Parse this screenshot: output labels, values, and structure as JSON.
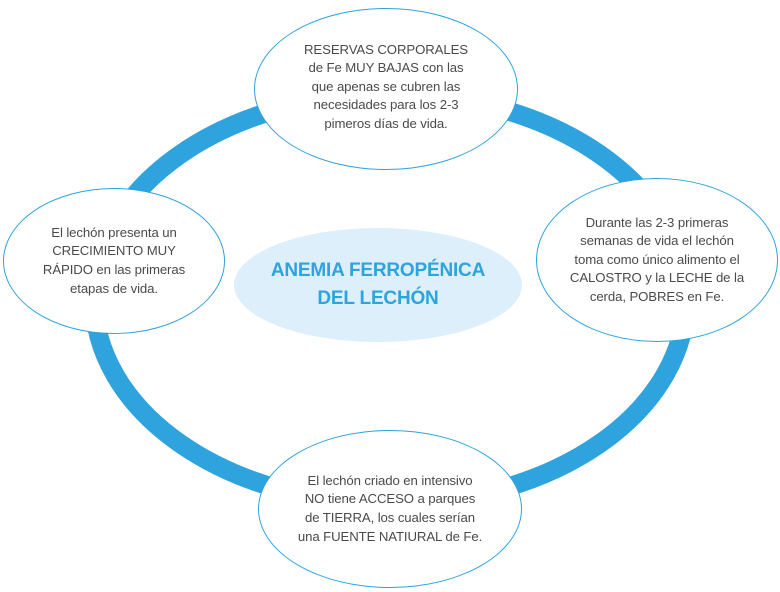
{
  "colors": {
    "ring": "#2ea3dd",
    "node_border": "#2ea3dd",
    "center_fill": "#dceffb",
    "center_text": "#2ea3dd",
    "body_text": "#4a4a4a"
  },
  "center": {
    "line1": "ANEMIA FERROPÉNICA",
    "line2": "DEL LECHÓN"
  },
  "nodes": {
    "top": {
      "lines": [
        "RESERVAS CORPORALES",
        "de Fe MUY BAJAS con las",
        "que apenas se cubren las",
        "necesidades para los 2-3",
        "pimeros días de vida."
      ]
    },
    "right": {
      "lines": [
        "Durante las 2-3 primeras",
        "semanas de vida el lechón",
        "toma como único alimento el",
        "CALOSTRO y la LECHE de la",
        "cerda, POBRES en Fe."
      ]
    },
    "bottom": {
      "lines": [
        "El lechón criado en intensivo",
        "NO tiene ACCESO a parques",
        "de TIERRA, los cuales serían",
        "una FUENTE NATIURAL de Fe."
      ]
    },
    "left": {
      "lines": [
        "El lechón presenta un",
        "CRECIMIENTO MUY",
        "RÁPIDO en las primeras",
        "etapas de vida."
      ]
    }
  }
}
